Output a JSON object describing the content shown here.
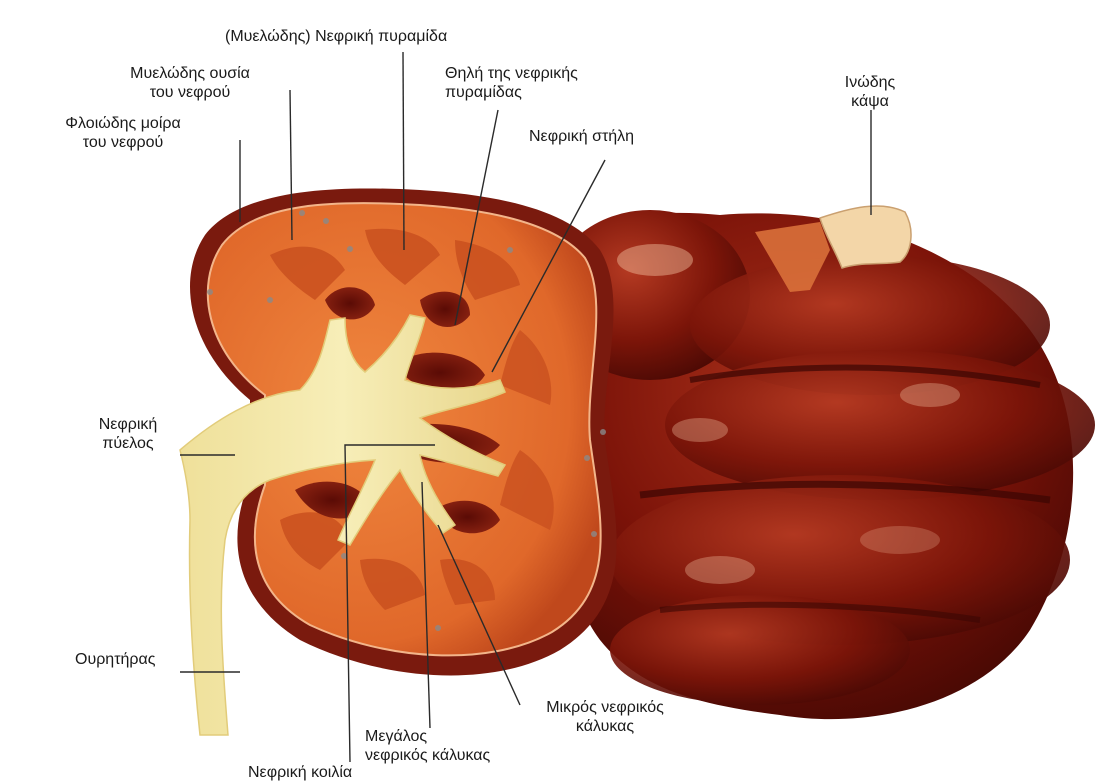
{
  "labels": {
    "medullary_pyramid": "(Μυελώδης) Νεφρική πυραμίδα",
    "medulla_line1": "Μυελώδης ουσία",
    "medulla_line2": "του νεφρού",
    "cortex_line1": "Φλοιώδης μοίρα",
    "cortex_line2": "του νεφρού",
    "papilla_line1": "Θηλή της νεφρικής",
    "papilla_line2": "πυραμίδας",
    "renal_column": "Νεφρική στήλη",
    "capsule_line1": "Ινώδης",
    "capsule_line2": "κάψα",
    "pelvis_line1": "Νεφρική",
    "pelvis_line2": "πύελος",
    "ureter": "Ουρητήρας",
    "minor_calyx_line1": "Μικρός νεφρικός",
    "minor_calyx_line2": "κάλυκας",
    "major_calyx_line1": "Μεγάλος",
    "major_calyx_line2": "νεφρικός κάλυκας",
    "renal_sinus": "Νεφρική κοιλία"
  },
  "colors": {
    "kidney_exterior": "#7a1208",
    "cortex": "#e0682a",
    "medulla": "#c9501f",
    "pelvis": "#f2e6a4",
    "capsule_flap": "#f3d6a8",
    "leader_line": "#2a2a2a"
  }
}
